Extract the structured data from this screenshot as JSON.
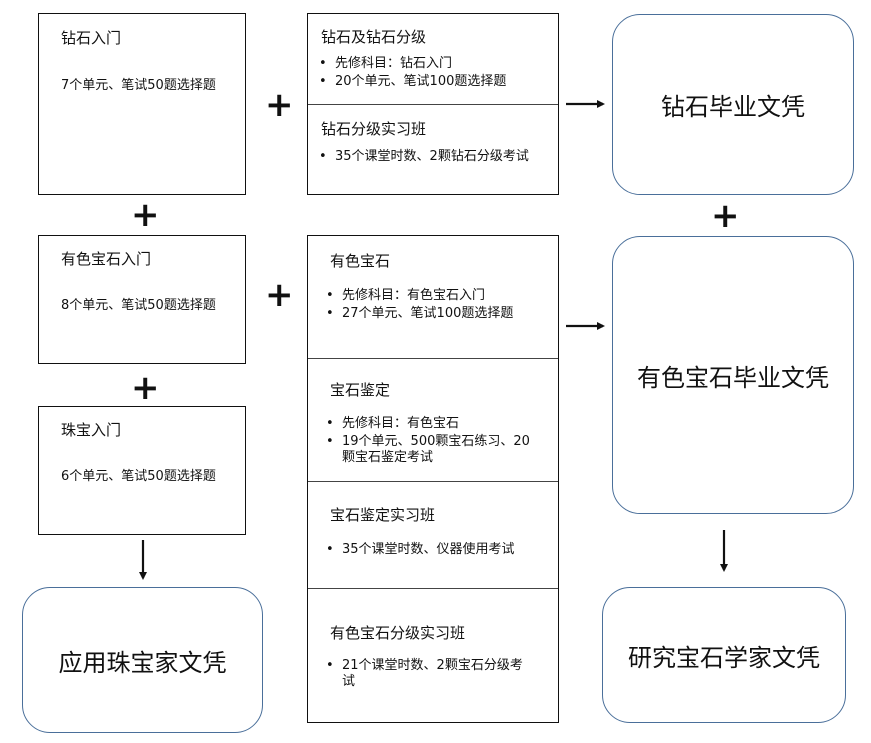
{
  "left": {
    "diamond_intro": {
      "title": "钻石入门",
      "desc": "7个单元、笔试50题选择题"
    },
    "colored_intro": {
      "title": "有色宝石入门",
      "desc": "8个单元、笔试50题选择题"
    },
    "jewelry_intro": {
      "title": "珠宝入门",
      "desc": "6个单元、笔试50题选择题"
    }
  },
  "middle": {
    "diamond_grading": {
      "title": "钻石及钻石分级",
      "bullets": [
        "先修科目：钻石入门",
        "20个单元、笔试100题选择题"
      ]
    },
    "diamond_lab": {
      "title": "钻石分级实习班",
      "bullets": [
        "35个课堂时数、2颗钻石分级考试"
      ]
    },
    "colored_stones": {
      "title": "有色宝石",
      "bullets": [
        "先修科目：有色宝石入门",
        "27个单元、笔试100题选择题"
      ]
    },
    "gem_identification": {
      "title": "宝石鉴定",
      "bullets": [
        "先修科目：有色宝石",
        "19个单元、500颗宝石练习、20颗宝石鉴定考试"
      ]
    },
    "gem_id_lab": {
      "title": "宝石鉴定实习班",
      "bullets": [
        "35个课堂时数、仪器使用考试"
      ]
    },
    "colored_grading_lab": {
      "title": "有色宝石分级实习班",
      "bullets": [
        "21个课堂时数、2颗宝石分级考试"
      ]
    }
  },
  "right": {
    "diamond_diploma": "钻石毕业文凭",
    "colored_diploma": "有色宝石毕业文凭",
    "gemologist_diploma": "研究宝石学家文凭"
  },
  "bottom_left": {
    "jewelry_diploma": "应用珠宝家文凭"
  },
  "symbols": {
    "plus": "+"
  }
}
